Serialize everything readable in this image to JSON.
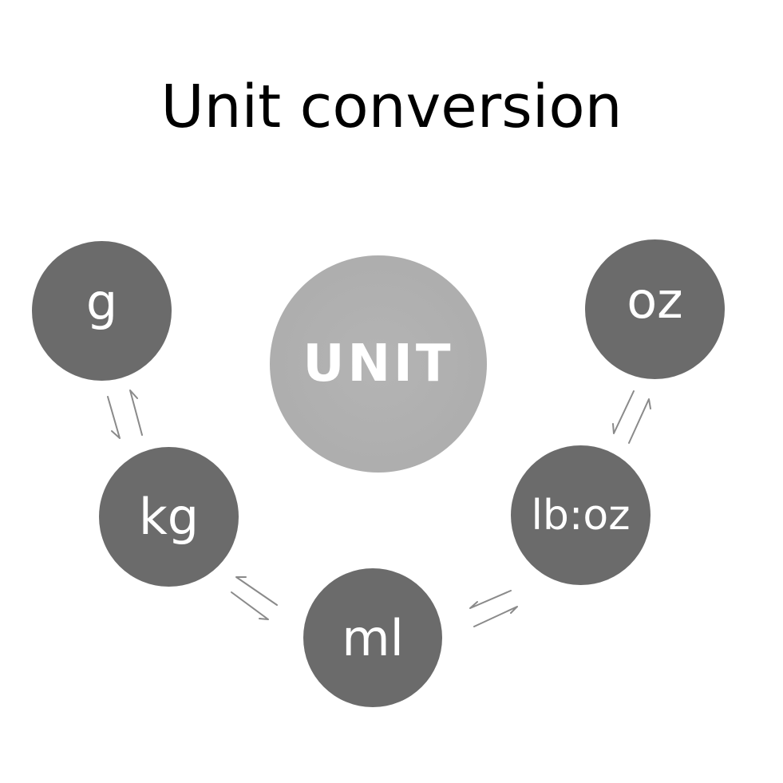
{
  "title": "Unit conversion",
  "colors": {
    "unit_circle": "#b4b4b4",
    "unit_circle_inner": "#ababab",
    "unit_nodes": "#6b6b6b",
    "node_text": "#ffffff",
    "arrows": "#8a8a8a"
  },
  "center": {
    "label": "UNIT"
  },
  "units": [
    {
      "id": "g",
      "label": "g"
    },
    {
      "id": "kg",
      "label": "kg"
    },
    {
      "id": "ml",
      "label": "ml"
    },
    {
      "id": "lboz",
      "label": "lb:oz"
    },
    {
      "id": "oz",
      "label": "oz"
    }
  ],
  "connectors": [
    {
      "from": "g",
      "to": "kg",
      "icon": "bidirectional-arrows-icon"
    },
    {
      "from": "kg",
      "to": "ml",
      "icon": "bidirectional-arrows-icon"
    },
    {
      "from": "ml",
      "to": "lb:oz",
      "icon": "bidirectional-arrows-icon"
    },
    {
      "from": "lb:oz",
      "to": "oz",
      "icon": "bidirectional-arrows-icon"
    }
  ]
}
